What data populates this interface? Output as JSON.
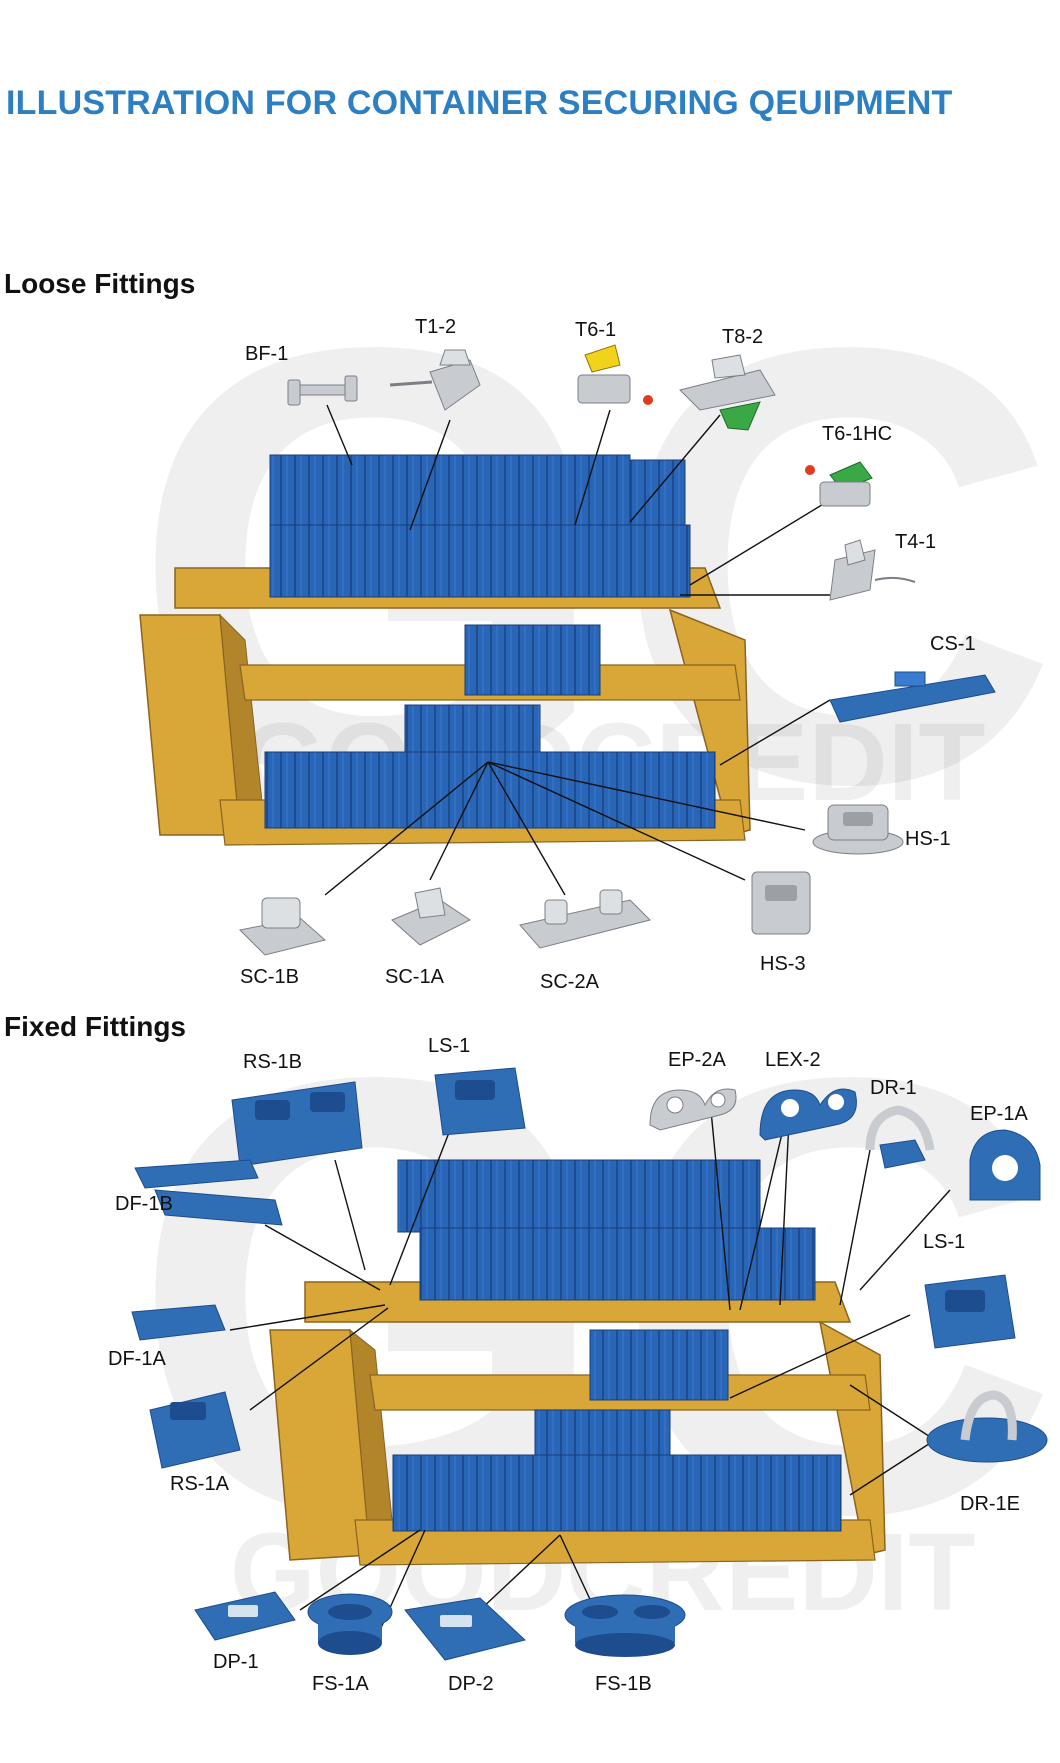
{
  "page_title": "ILLUSTRATION FOR CONTAINER SECURING QEUIPMENT",
  "watermark": {
    "monogram": "GC",
    "brand": "GOODCREDIT"
  },
  "colors": {
    "title_blue": "#2b7fc2",
    "container_blue": "#2a66b8",
    "container_blue_dark": "#1d4c8f",
    "hull_gold": "#d9a638",
    "hull_gold_dark": "#b3852a",
    "fitting_grey": "#c8ccd0",
    "fitting_blue": "#2f6db5",
    "accent_yellow": "#f2d21b",
    "accent_green": "#3aa845",
    "accent_red": "#e03a1f"
  },
  "loose_fittings": {
    "heading": "Loose Fittings",
    "items": [
      {
        "id": "BF-1",
        "icon": "bridge-fitting-icon"
      },
      {
        "id": "T1-2",
        "icon": "twistlock-icon"
      },
      {
        "id": "T6-1",
        "icon": "twistlock-yellow-icon"
      },
      {
        "id": "T8-2",
        "icon": "twistlock-green-icon"
      },
      {
        "id": "T6-1HC",
        "icon": "twistlock-green-small-icon"
      },
      {
        "id": "T4-1",
        "icon": "twistlock-manual-icon"
      },
      {
        "id": "CS-1",
        "icon": "stacking-plate-icon"
      },
      {
        "id": "HS-1",
        "icon": "hatch-stacker-icon"
      },
      {
        "id": "HS-3",
        "icon": "hatch-stacker-icon"
      },
      {
        "id": "SC-1B",
        "icon": "stacking-cone-icon"
      },
      {
        "id": "SC-1A",
        "icon": "stacking-cone-icon"
      },
      {
        "id": "SC-2A",
        "icon": "double-stacking-cone-icon"
      }
    ]
  },
  "fixed_fittings": {
    "heading": "Fixed Fittings",
    "items": [
      {
        "id": "RS-1B",
        "icon": "raised-socket-icon"
      },
      {
        "id": "LS-1",
        "icon": "lashing-socket-icon"
      },
      {
        "id": "EP-2A",
        "icon": "eye-plate-icon"
      },
      {
        "id": "LEX-2",
        "icon": "lashing-eye-icon"
      },
      {
        "id": "DR-1",
        "icon": "d-ring-icon"
      },
      {
        "id": "EP-1A",
        "icon": "eye-plate-icon"
      },
      {
        "id": "DF-1B",
        "icon": "dovetail-foundation-icon"
      },
      {
        "id": "LS-1",
        "icon": "lashing-socket-icon"
      },
      {
        "id": "DF-1A",
        "icon": "dovetail-foundation-icon"
      },
      {
        "id": "RS-1A",
        "icon": "raised-socket-icon"
      },
      {
        "id": "DR-1E",
        "icon": "d-ring-icon"
      },
      {
        "id": "DP-1",
        "icon": "deck-plate-icon"
      },
      {
        "id": "FS-1A",
        "icon": "flush-socket-icon"
      },
      {
        "id": "DP-2",
        "icon": "deck-plate-icon"
      },
      {
        "id": "FS-1B",
        "icon": "flush-socket-icon"
      }
    ]
  }
}
